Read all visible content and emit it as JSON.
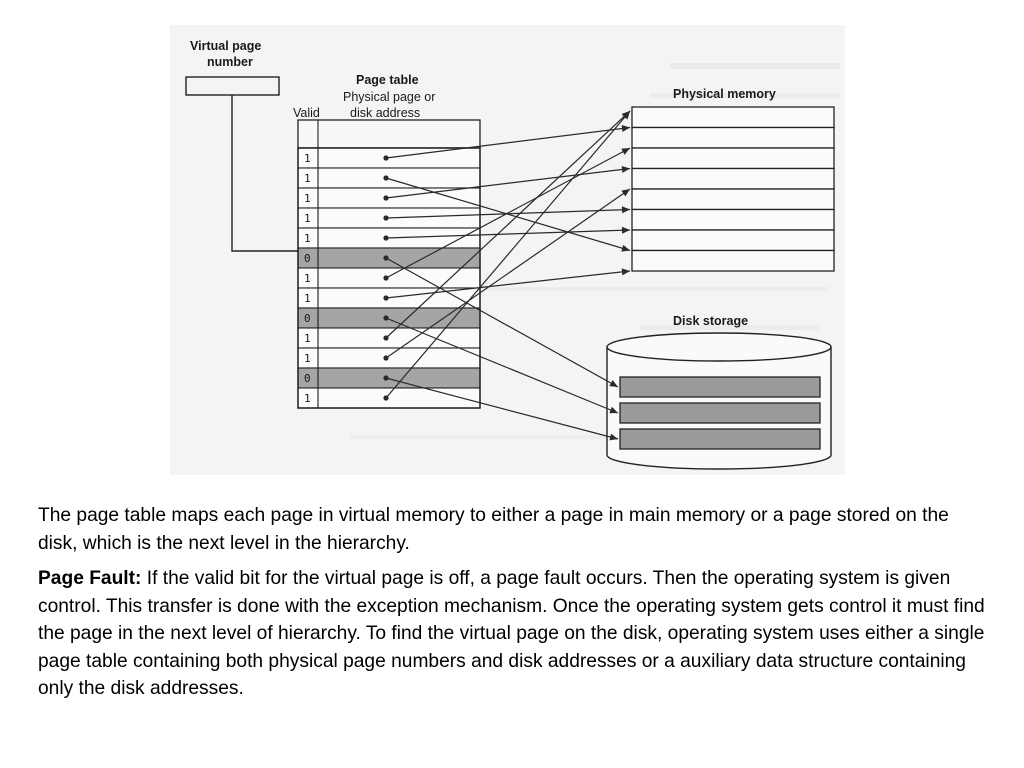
{
  "figure": {
    "labels": {
      "virtual_page_number": [
        "Virtual page",
        "number"
      ],
      "page_table": "Page table",
      "page_table_sub": [
        "Physical page or",
        "disk address"
      ],
      "valid": "Valid",
      "physical_memory": "Physical memory",
      "disk_storage": "Disk storage"
    },
    "valid_bits": [
      "1",
      "1",
      "1",
      "1",
      "1",
      "0",
      "1",
      "1",
      "0",
      "1",
      "1",
      "0",
      "1"
    ],
    "physical_memory_frames": 8,
    "disk_blocks": 3,
    "mapping": [
      {
        "row": 0,
        "to": "memory",
        "frame": 1
      },
      {
        "row": 1,
        "to": "memory",
        "frame": 7
      },
      {
        "row": 2,
        "to": "memory",
        "frame": 3
      },
      {
        "row": 3,
        "to": "memory",
        "frame": 5
      },
      {
        "row": 4,
        "to": "memory",
        "frame": 6
      },
      {
        "row": 5,
        "to": "disk",
        "block": 0
      },
      {
        "row": 6,
        "to": "memory",
        "frame": 2
      },
      {
        "row": 7,
        "to": "memory",
        "frame": 8
      },
      {
        "row": 8,
        "to": "disk",
        "block": 1
      },
      {
        "row": 9,
        "to": "memory",
        "frame": 0
      },
      {
        "row": 10,
        "to": "memory",
        "frame": 4
      },
      {
        "row": 11,
        "to": "disk",
        "block": 2
      },
      {
        "row": 12,
        "to": "memory",
        "frame": 0
      }
    ],
    "colors": {
      "invalid_row": "#a5a5a5",
      "disk_block": "#9a9a9a",
      "figure_bg": "#f4f4f4",
      "line": "#2a2a2a"
    }
  },
  "caption": {
    "paragraph_1": "The page table maps each page in virtual memory to either a page in main memory or a page stored on the disk, which is the next level in the hierarchy.",
    "term": "Page Fault:",
    "paragraph_2": " If the valid bit for the virtual page is off, a page fault occurs. Then the operating system is given control. This transfer is done with the exception mechanism. Once the operating system gets control it must find the page in the next level of hierarchy. To find the virtual page on the disk, operating system uses either a single page table containing both physical page numbers and disk addresses or a auxiliary data structure containing only the disk addresses."
  }
}
